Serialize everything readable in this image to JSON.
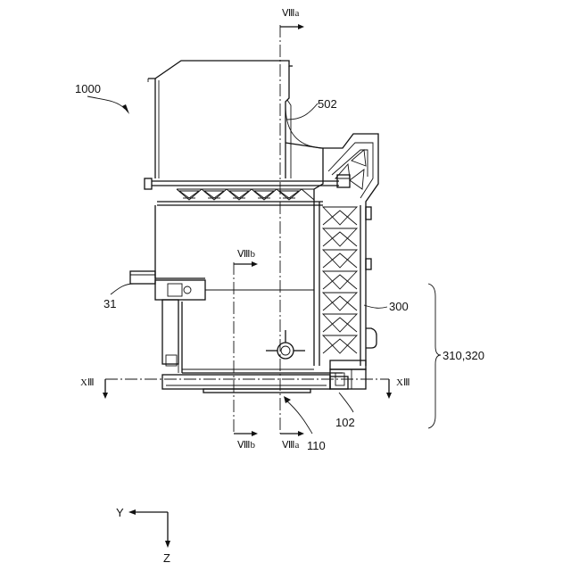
{
  "labels": {
    "device": "1000",
    "cover": "502",
    "frame": "300",
    "rail": "310,320",
    "connector": "31",
    "bottom_plate": "102",
    "base": "110"
  },
  "sections": {
    "viiia_top": "Ⅷa",
    "viiia_bottom": "Ⅷa",
    "viiib_top": "Ⅷb",
    "viiib_bottom": "Ⅷb",
    "xiii_left": "XⅢ",
    "xiii_right": "XⅢ"
  },
  "axes": {
    "horizontal": "Y",
    "vertical": "Z"
  }
}
